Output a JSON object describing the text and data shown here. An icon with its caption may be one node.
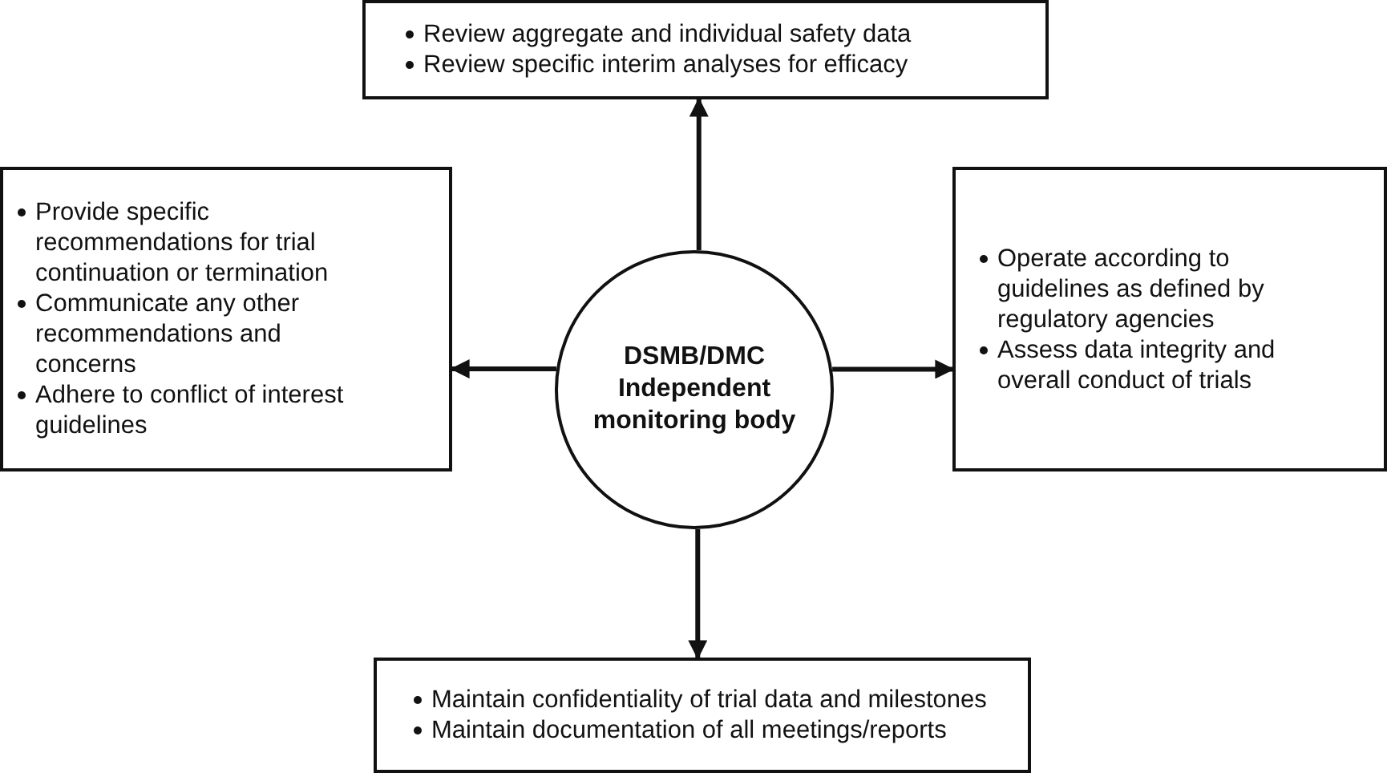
{
  "diagram": {
    "nodes": [
      {
        "text": [
          "Review aggregate and individual safety data",
          "Review specific interim analyses for efficacy"
        ]
      },
      {
        "text": [
          "Provide specific recommendations for trial continuation or termination",
          "Communicate any other recommendations and concerns",
          "Adhere to conflict of interest guidelines"
        ]
      },
      {
        "text": [
          "DSMB/DMC Independent monitoring body"
        ]
      },
      {
        "text": [
          "Operate according to guidelines as defined by regulatory agencies",
          "Assess data integrity and overall conduct of trials"
        ]
      },
      {
        "text": [
          "Maintain confidentiality of trial data and milestones",
          "Maintain documentation of all meetings/reports"
        ]
      }
    ],
    "edges": [
      {
        "from": 2,
        "to": 0,
        "arrow": "to"
      },
      {
        "from": 2,
        "to": 1,
        "arrow": "to"
      },
      {
        "from": 2,
        "to": 3,
        "arrow": "to"
      },
      {
        "from": 2,
        "to": 4,
        "arrow": "to"
      }
    ]
  }
}
